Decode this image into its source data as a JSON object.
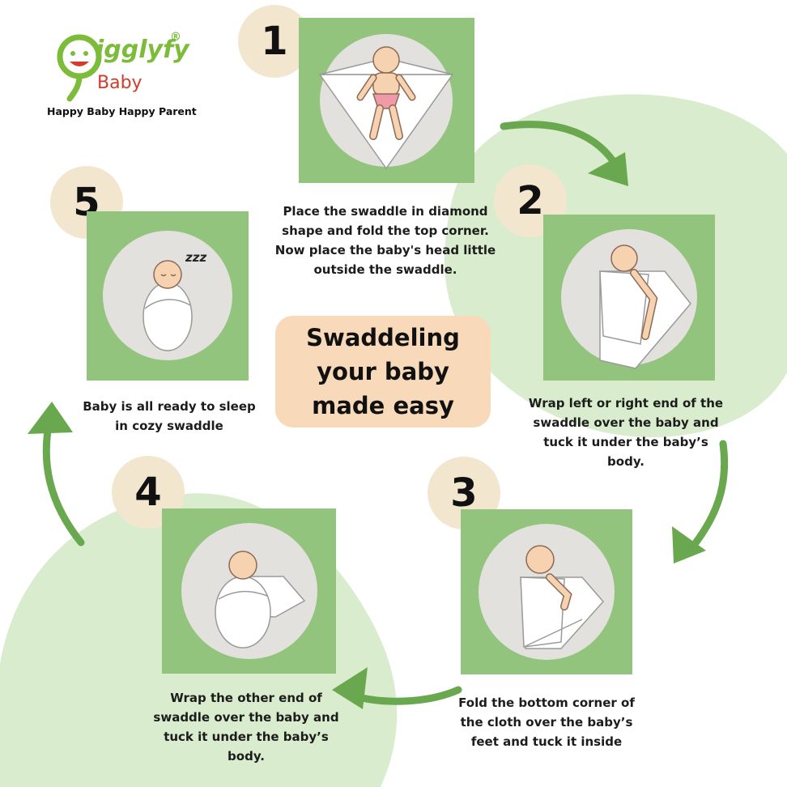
{
  "logo": {
    "brand": "igglyfy",
    "registered": "®",
    "sub": "Baby",
    "tagline": "Happy Baby Happy Parent"
  },
  "title": "Swaddeling your baby made easy",
  "steps": [
    {
      "number": "1",
      "caption": "Place the swaddle in diamond shape and fold the top corner. Now place the baby's head little outside the swaddle."
    },
    {
      "number": "2",
      "caption": "Wrap left or right end of the swaddle over the baby and tuck it under the baby’s body."
    },
    {
      "number": "3",
      "caption": "Fold the bottom corner of the cloth over the baby’s feet and tuck it inside"
    },
    {
      "number": "4",
      "caption": "Wrap the other end of swaddle over the baby and tuck it under the baby’s body."
    },
    {
      "number": "5",
      "caption": "Baby is all ready to sleep in cozy swaddle"
    }
  ],
  "sleep_mark": "zzz",
  "colors": {
    "panel_green": "#93c47d",
    "blob_green": "#d9eccd",
    "arrow_green": "#6aa84f",
    "badge": "#f3e6cf",
    "title_box": "#f8d9b9",
    "logo_green": "#7dbb3a",
    "logo_red": "#d33b2c"
  }
}
